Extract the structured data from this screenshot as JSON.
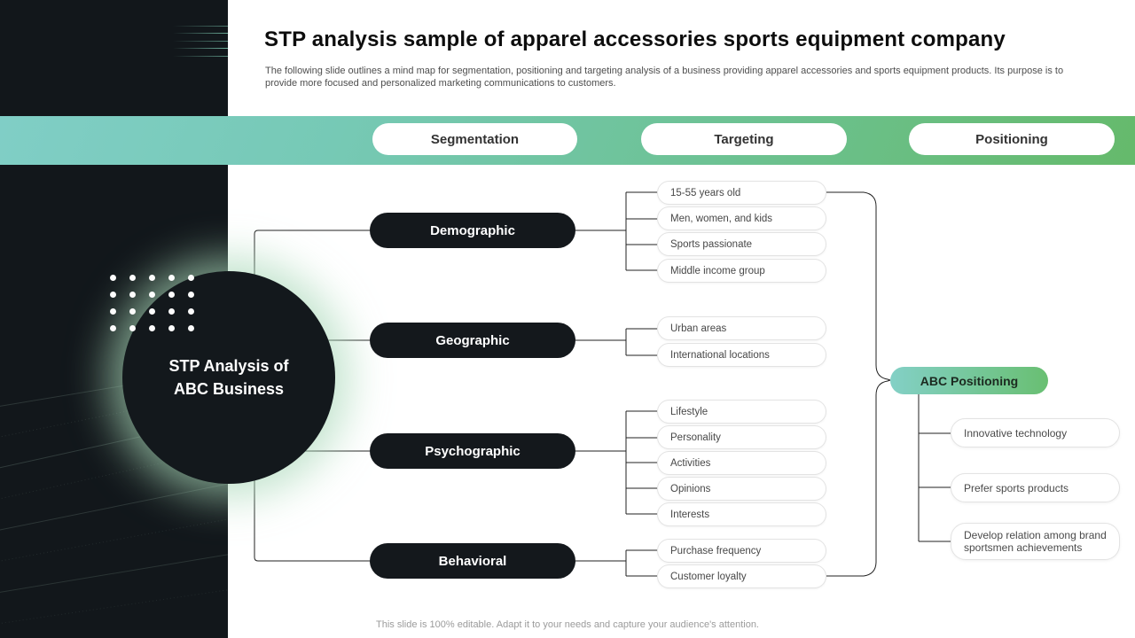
{
  "slide": {
    "title": "STP analysis sample of apparel accessories sports equipment company",
    "subtitle": "The following slide outlines a mind map for segmentation, positioning and targeting analysis of a business providing apparel accessories and sports equipment products. Its purpose is to provide more focused and personalized marketing communications to customers.",
    "footer": "This slide is 100% editable.  Adapt it to your needs and capture your audience's attention."
  },
  "stages": [
    {
      "label": "Segmentation"
    },
    {
      "label": "Targeting"
    },
    {
      "label": "Positioning"
    }
  ],
  "mindmap": {
    "center": {
      "line1": "STP Analysis of",
      "line2": "ABC Business"
    },
    "branches": [
      {
        "label": "Demographic",
        "items": [
          "15-55 years old",
          "Men, women, and kids",
          "Sports passionate",
          "Middle income group"
        ]
      },
      {
        "label": "Geographic",
        "items": [
          "Urban areas",
          "International locations"
        ]
      },
      {
        "label": "Psychographic",
        "items": [
          "Lifestyle",
          "Personality",
          "Activities",
          "Opinions",
          "Interests"
        ]
      },
      {
        "label": "Behavioral",
        "items": [
          "Purchase frequency",
          "Customer loyalty"
        ]
      }
    ],
    "positioning_node": {
      "label": "ABC Positioning",
      "items": [
        "Innovative technology",
        "Prefer sports products",
        "Develop relation among brand sportsmen achievements"
      ]
    }
  },
  "colors": {
    "sidebar_dark": "#12171b",
    "node_dark": "#14181c",
    "accent_teal": "#80cec6",
    "accent_green": "#65ba6b",
    "glow_green": "#aad8b9"
  }
}
